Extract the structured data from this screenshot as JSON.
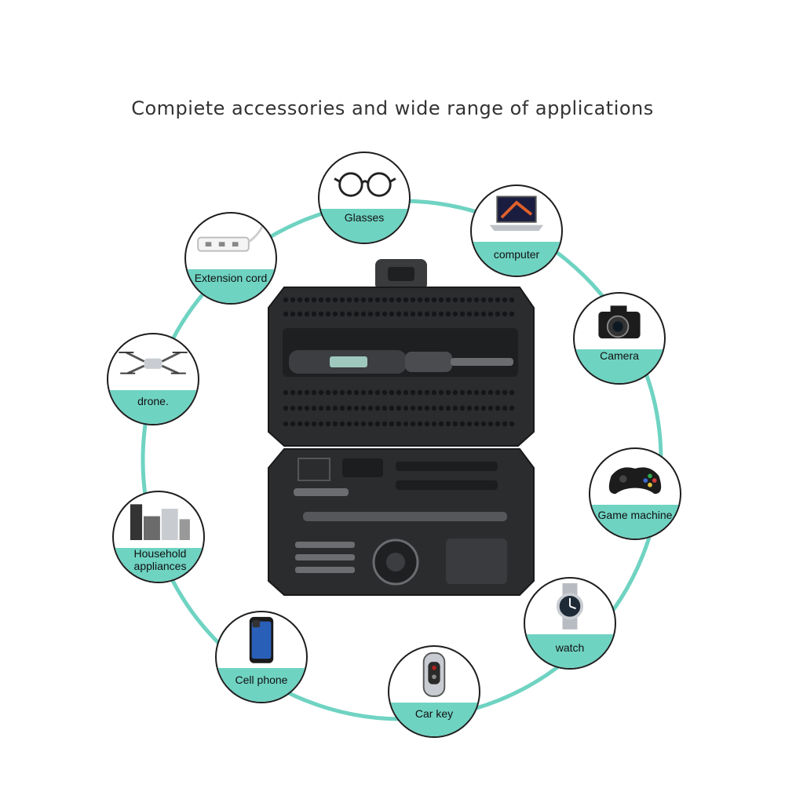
{
  "title": "Compiete accessories and wide range of applications",
  "colors": {
    "ring": "#6fd3c2",
    "band": "#6fd3c2",
    "case": "#2b2c2e",
    "outline": "#1e1e1e"
  },
  "applications": [
    {
      "label": "Glasses",
      "icon": "glasses-icon"
    },
    {
      "label": "computer",
      "icon": "laptop-icon"
    },
    {
      "label": "Camera",
      "icon": "camera-icon"
    },
    {
      "label": "Game machine",
      "icon": "gamepad-icon"
    },
    {
      "label": "watch",
      "icon": "watch-icon"
    },
    {
      "label": "Car key",
      "icon": "car-key-icon"
    },
    {
      "label": "Cell phone",
      "icon": "phone-icon"
    },
    {
      "label": "Household appliances",
      "icon": "appliances-icon"
    },
    {
      "label": "drone.",
      "icon": "drone-icon"
    },
    {
      "label": "Extension cord",
      "icon": "power-strip-icon"
    }
  ],
  "product": {
    "icon": "screwdriver-kit-icon"
  }
}
